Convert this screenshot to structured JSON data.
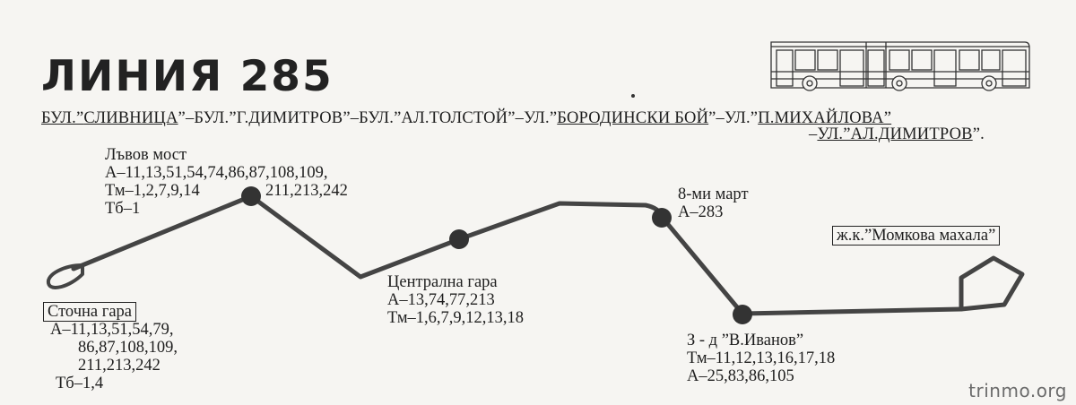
{
  "title": "ЛИНИЯ 285",
  "route": {
    "line1": [
      {
        "text": "БУЛ.”",
        "u": true
      },
      {
        "text": "СЛИВНИЦА",
        "u": true
      },
      {
        "text": "”–БУЛ.”Г.ДИМИТРОВ”–БУЛ.”АЛ.ТОЛСТОЙ”–УЛ.”",
        "u": false
      },
      {
        "text": "БОРОДИНСКИ БОЙ",
        "u": true
      },
      {
        "text": "”–УЛ.”",
        "u": false
      },
      {
        "text": "П.МИХАЙЛОВА”",
        "u": true
      }
    ],
    "line2": [
      {
        "text": "–",
        "u": false
      },
      {
        "text": "УЛ.”АЛ.ДИМИТРОВ",
        "u": true
      },
      {
        "text": "”.",
        "u": false
      }
    ]
  },
  "stops": {
    "stochna_gara": {
      "name": "Сточна гара",
      "lines": [
        "А–11,13,51,54,79,",
        "86,87,108,109,",
        "211,213,242",
        "Тб–1,4"
      ]
    },
    "lvov_most": {
      "name": "Лъвов мост",
      "lines": [
        "А–11,13,51,54,74,86,87,108,109,",
        "Тм–1,2,7,9,14",
        "Тб–1"
      ],
      "extra": "211,213,242"
    },
    "tsentralna_gara": {
      "name": "Централна гара",
      "lines": [
        "А–13,74,77,213",
        "Тм–1,6,7,9,12,13,18"
      ]
    },
    "osmi_mart": {
      "name": "8-ми март",
      "lines": [
        "А–283"
      ]
    },
    "zavod_ivanov": {
      "name": "З - д ”В.Иванов”",
      "lines": [
        "Тм–11,12,13,16,17,18",
        "А–25,83,86,105"
      ]
    },
    "momkova_mahala": {
      "name": "ж.к.”Момкова махала”"
    }
  },
  "watermark": "trinmo.org",
  "colors": {
    "line": "#444444",
    "stop": "#333333",
    "text": "#1e1e1e"
  }
}
